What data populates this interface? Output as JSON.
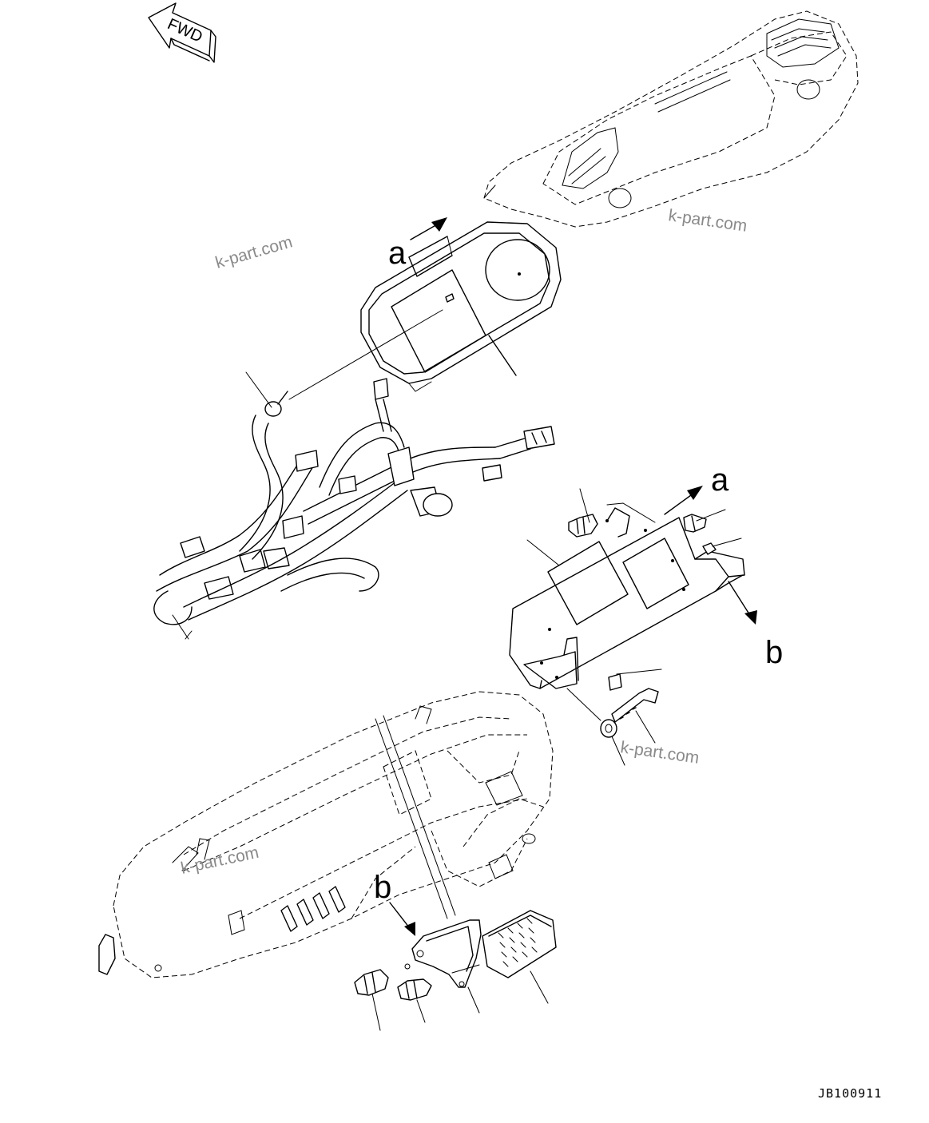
{
  "diagram": {
    "direction_indicator": "FWD",
    "detail_labels": {
      "a": "a",
      "b": "b"
    },
    "watermark": "k-part.com",
    "drawing_code": "JB100911",
    "icons": [
      "fwd-arrow-icon",
      "pointer-arrow-icon"
    ]
  }
}
